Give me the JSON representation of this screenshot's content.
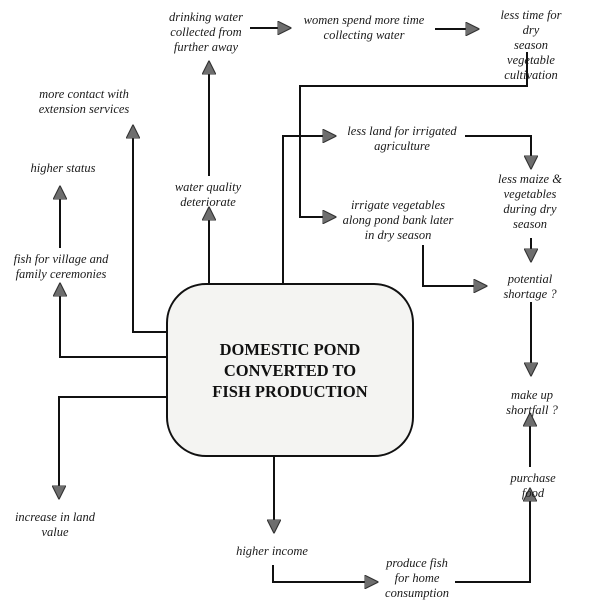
{
  "diagram": {
    "type": "flow-diagram",
    "center": {
      "id": "center",
      "label": "DOMESTIC POND\nCONVERTED TO\nFISH PRODUCTION"
    },
    "nodes": [
      {
        "id": "drinking_water",
        "label": "drinking water\ncollected from\nfurther away"
      },
      {
        "id": "women_time",
        "label": "women spend more time\ncollecting water"
      },
      {
        "id": "less_time_dry",
        "label": "less time for dry\nseason vegetable\ncultivation"
      },
      {
        "id": "extension",
        "label": "more contact with\nextension services"
      },
      {
        "id": "higher_status",
        "label": "higher status"
      },
      {
        "id": "water_quality",
        "label": "water quality\ndeteriorate"
      },
      {
        "id": "less_land",
        "label": "less land for irrigated\nagriculture"
      },
      {
        "id": "less_maize",
        "label": "less maize &\nvegetables\nduring dry\nseason"
      },
      {
        "id": "irrigate_veg",
        "label": "irrigate vegetables\nalong pond bank later\nin dry season"
      },
      {
        "id": "ceremonies",
        "label": "fish for village and\nfamily ceremonies"
      },
      {
        "id": "potential_shortage",
        "label": "potential\nshortage ?"
      },
      {
        "id": "make_up",
        "label": "make up shortfall ?"
      },
      {
        "id": "purchase_food",
        "label": "purchase food"
      },
      {
        "id": "land_value",
        "label": "increase in land\nvalue"
      },
      {
        "id": "higher_income",
        "label": "higher income"
      },
      {
        "id": "produce_fish",
        "label": "produce fish\nfor home\nconsumption"
      }
    ],
    "edges": [
      {
        "from": "center",
        "to": "water_quality"
      },
      {
        "from": "water_quality",
        "to": "drinking_water"
      },
      {
        "from": "drinking_water",
        "to": "women_time"
      },
      {
        "from": "women_time",
        "to": "less_time_dry"
      },
      {
        "from": "less_time_dry",
        "to": "irrigate_veg"
      },
      {
        "from": "center",
        "to": "less_land"
      },
      {
        "from": "less_land",
        "to": "less_maize"
      },
      {
        "from": "less_maize",
        "to": "potential_shortage"
      },
      {
        "from": "irrigate_veg",
        "to": "potential_shortage"
      },
      {
        "from": "potential_shortage",
        "to": "make_up"
      },
      {
        "from": "center",
        "to": "extension"
      },
      {
        "from": "center",
        "to": "ceremonies"
      },
      {
        "from": "ceremonies",
        "to": "higher_status"
      },
      {
        "from": "center",
        "to": "land_value"
      },
      {
        "from": "center",
        "to": "higher_income"
      },
      {
        "from": "higher_income",
        "to": "produce_fish"
      },
      {
        "from": "produce_fish",
        "to": "purchase_food"
      },
      {
        "from": "purchase_food",
        "to": "make_up"
      }
    ]
  }
}
